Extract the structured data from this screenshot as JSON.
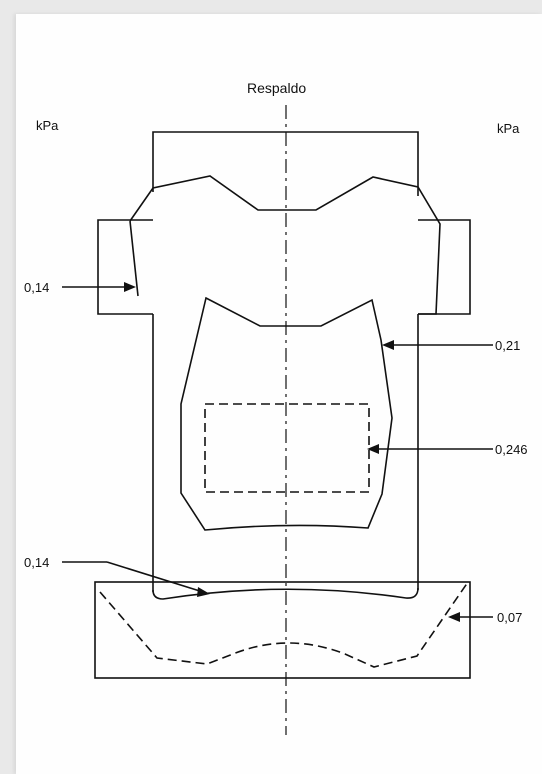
{
  "diagram": {
    "title": "Respaldo",
    "unit_left": "kPa",
    "unit_right": "kPa",
    "values": {
      "left_upper": "0,14",
      "left_lower": "0,14",
      "right_upper": "0,21",
      "right_middle": "0,246",
      "right_lower": "0,07"
    }
  }
}
